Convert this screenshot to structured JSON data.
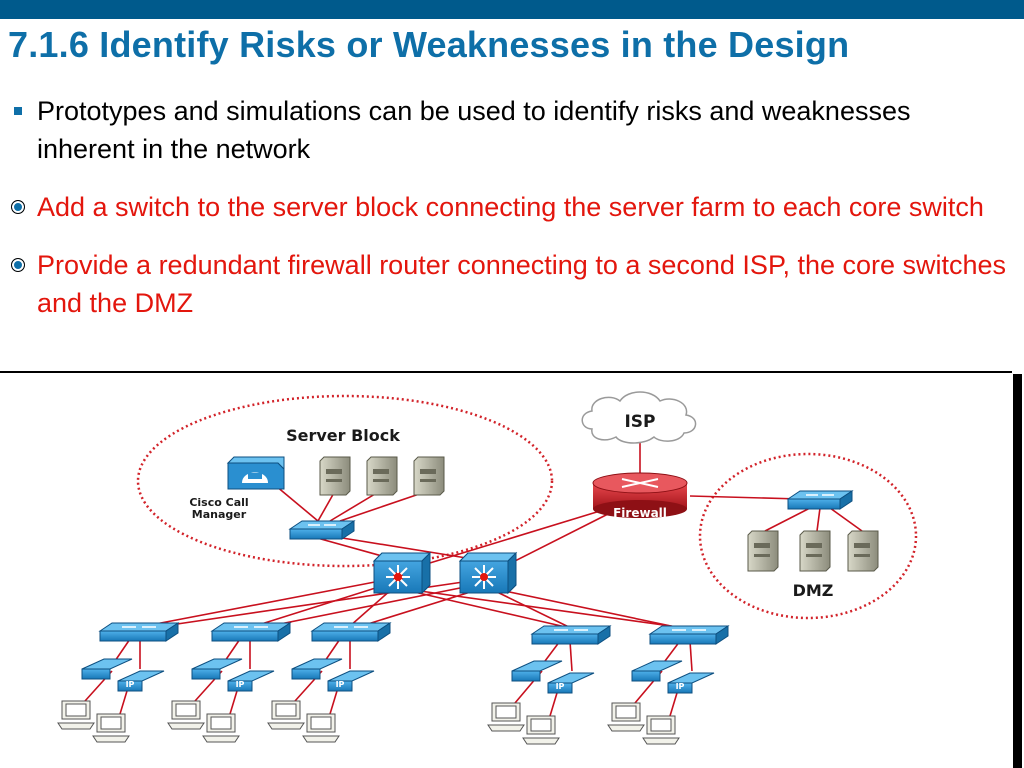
{
  "slide": {
    "title": "7.1.6 Identify Risks or Weaknesses in the Design",
    "bullets": [
      {
        "text": "Prototypes and simulations can be used to identify risks and weaknesses inherent in the network",
        "color": "#000000",
        "marker": "square"
      },
      {
        "text": "Add a switch to the server block connecting the server farm to each core switch",
        "color": "#e3160d",
        "marker": "circle"
      },
      {
        "text": "Provide a redundant firewall router connecting to a second ISP, the core switches and the DMZ",
        "color": "#e3160d",
        "marker": "circle"
      }
    ]
  },
  "diagram": {
    "server_block_label": "Server Block",
    "call_manager_label_line1": "Cisco Call",
    "call_manager_label_line2": "Manager",
    "isp_label": "ISP",
    "firewall_label": "Firewall",
    "dmz_label": "DMZ",
    "ip_phone_label": "IP",
    "colors": {
      "accent": "#0e6fa8",
      "device_blue": "#2a8fd0",
      "link_red": "#c8101e",
      "firewall_red": "#d2232a",
      "ellipse_border": "#d2232a"
    }
  }
}
